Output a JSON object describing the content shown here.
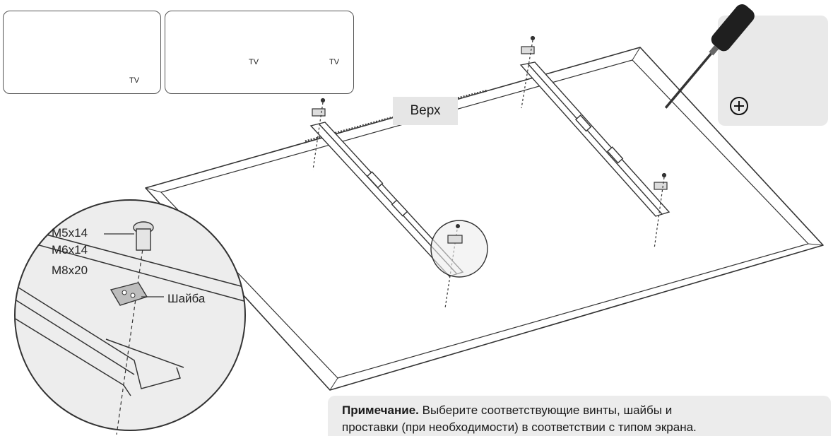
{
  "panels": {
    "correct": {
      "tv_label": "TV"
    },
    "incorrect": {
      "tv_label_1": "TV",
      "tv_label_2": "TV"
    }
  },
  "labels": {
    "top": "Верх",
    "screw_sizes": [
      "M5x14",
      "M6x14",
      "M8x20"
    ],
    "washer": "Шайба"
  },
  "note": {
    "title": "Примечание.",
    "line1": "Выберите соответствующие винты, шайбы и",
    "line2": "проставки (при необходимости) в соответствии с типом экрана."
  },
  "colors": {
    "outline": "#333333",
    "panel_border": "#555555",
    "label_background": "#e6e6e6",
    "note_background": "#ececec"
  },
  "icons": [
    "check-icon",
    "cross-icon",
    "screw-icon",
    "washer-icon",
    "screwdriver-icon",
    "phillips-head-icon"
  ]
}
